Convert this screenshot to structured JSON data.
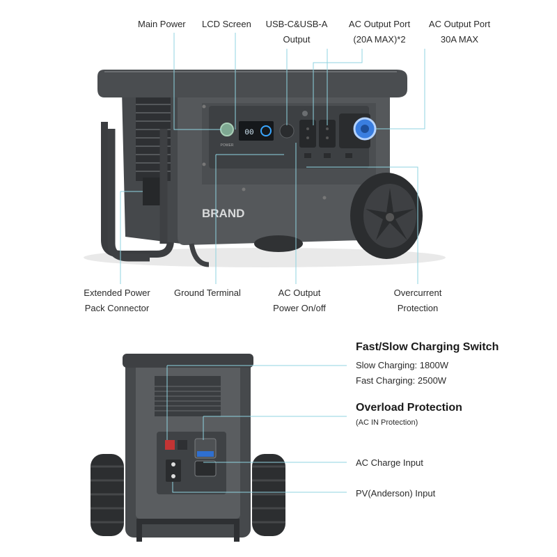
{
  "top": {
    "main_power": "Main Power",
    "lcd_screen": "LCD Screen",
    "usb_line1": "USB-C&USB-A",
    "usb_line2": "Output",
    "ac20_line1": "AC Output Port",
    "ac20_line2": "(20A MAX)*2",
    "ac30_line1": "AC Output Port",
    "ac30_line2": "30A MAX",
    "ext_line1": "Extended Power",
    "ext_line2": "Pack Connector",
    "ground": "Ground Terminal",
    "acpwr_line1": "AC Output",
    "acpwr_line2": "Power On/off",
    "oc_line1": "Overcurrent",
    "oc_line2": "Protection",
    "brand": "BRAND",
    "lcd_readout": "00"
  },
  "bottom": {
    "switch_title": "Fast/Slow Charging Switch",
    "slow": "Slow Charging: 1800W",
    "fast": "Fast Charging: 2500W",
    "overload_title": "Overload Protection",
    "overload_sub": "(AC IN Protection)",
    "ac_charge": "AC Charge Input",
    "pv": "PV(Anderson) Input"
  },
  "colors": {
    "body": "#55585b",
    "body_dark": "#3c3e41",
    "accent_blue": "#2f6fd0",
    "callout": "#8fd3e0"
  }
}
